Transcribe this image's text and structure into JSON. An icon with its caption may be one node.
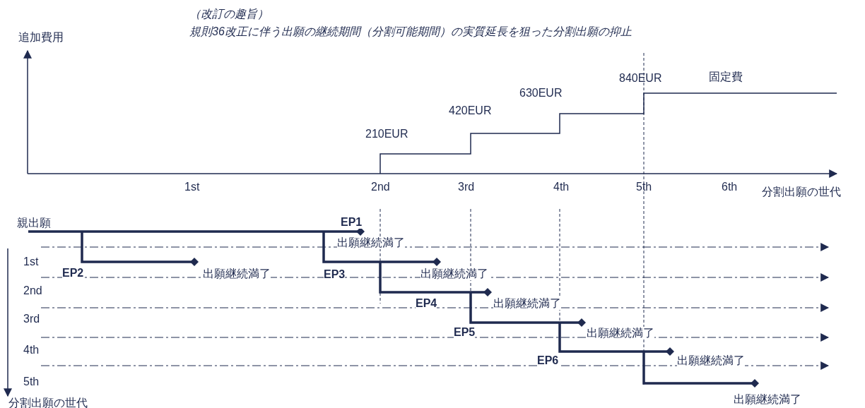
{
  "diagram": {
    "labels": [
      "（改訂の趣旨）",
      "規則36改正に伴う出願の継続期間（分割可能期間）の実質延長を狙った分割出願の抑止",
      "追加費用",
      "840EUR",
      "固定費",
      "630EUR",
      "420EUR",
      "210EUR",
      "1st",
      "2nd",
      "3rd",
      "4th",
      "5th",
      "6th",
      "分割出願の世代",
      "親出願",
      "EP1",
      "出願継続満了",
      "1st",
      "EP2",
      "出願継続満了",
      "EP3",
      "出願継続満了",
      "2nd",
      "EP4",
      "出願継続満了",
      "3rd",
      "EP5",
      "出願継続満了",
      "4th",
      "EP6",
      "出願継続満了",
      "5th",
      "分割出願の世代",
      "出願継続満了"
    ]
  }
}
